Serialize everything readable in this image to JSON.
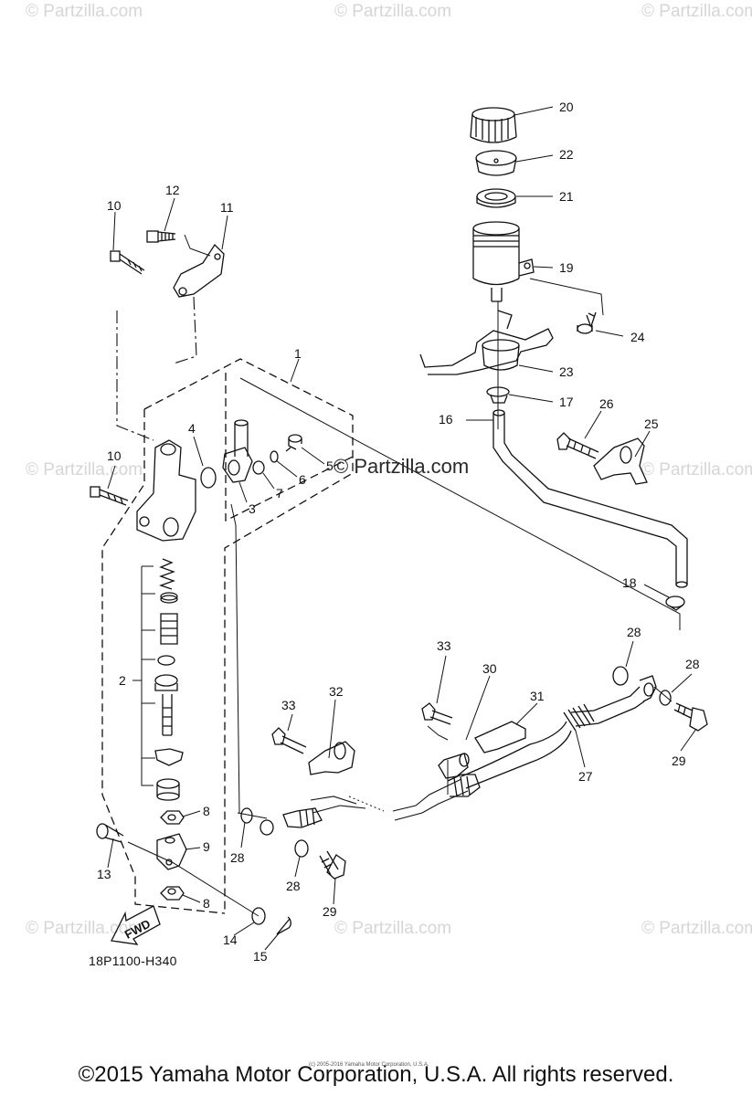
{
  "watermark": {
    "text": "© Partzilla.com",
    "center_text": "© Partzilla.com"
  },
  "diagram": {
    "code": "18P1100-H340",
    "fwd_label": "FWD",
    "callouts": [
      "1",
      "2",
      "3",
      "4",
      "5",
      "6",
      "7",
      "8",
      "8",
      "9",
      "10",
      "10",
      "11",
      "12",
      "13",
      "14",
      "15",
      "16",
      "17",
      "18",
      "19",
      "20",
      "21",
      "22",
      "23",
      "24",
      "25",
      "26",
      "27",
      "28",
      "28",
      "28",
      "28",
      "29",
      "29",
      "30",
      "31",
      "32",
      "33",
      "33"
    ]
  },
  "footer": {
    "tiny_text": "(c) 2005-2016 Yamaha Motor Corporation, U.S.A.",
    "copyright": "©2015 Yamaha Motor Corporation, U.S.A. All rights reserved."
  },
  "colors": {
    "line": "#111111",
    "watermark": "#d6d6d6"
  }
}
